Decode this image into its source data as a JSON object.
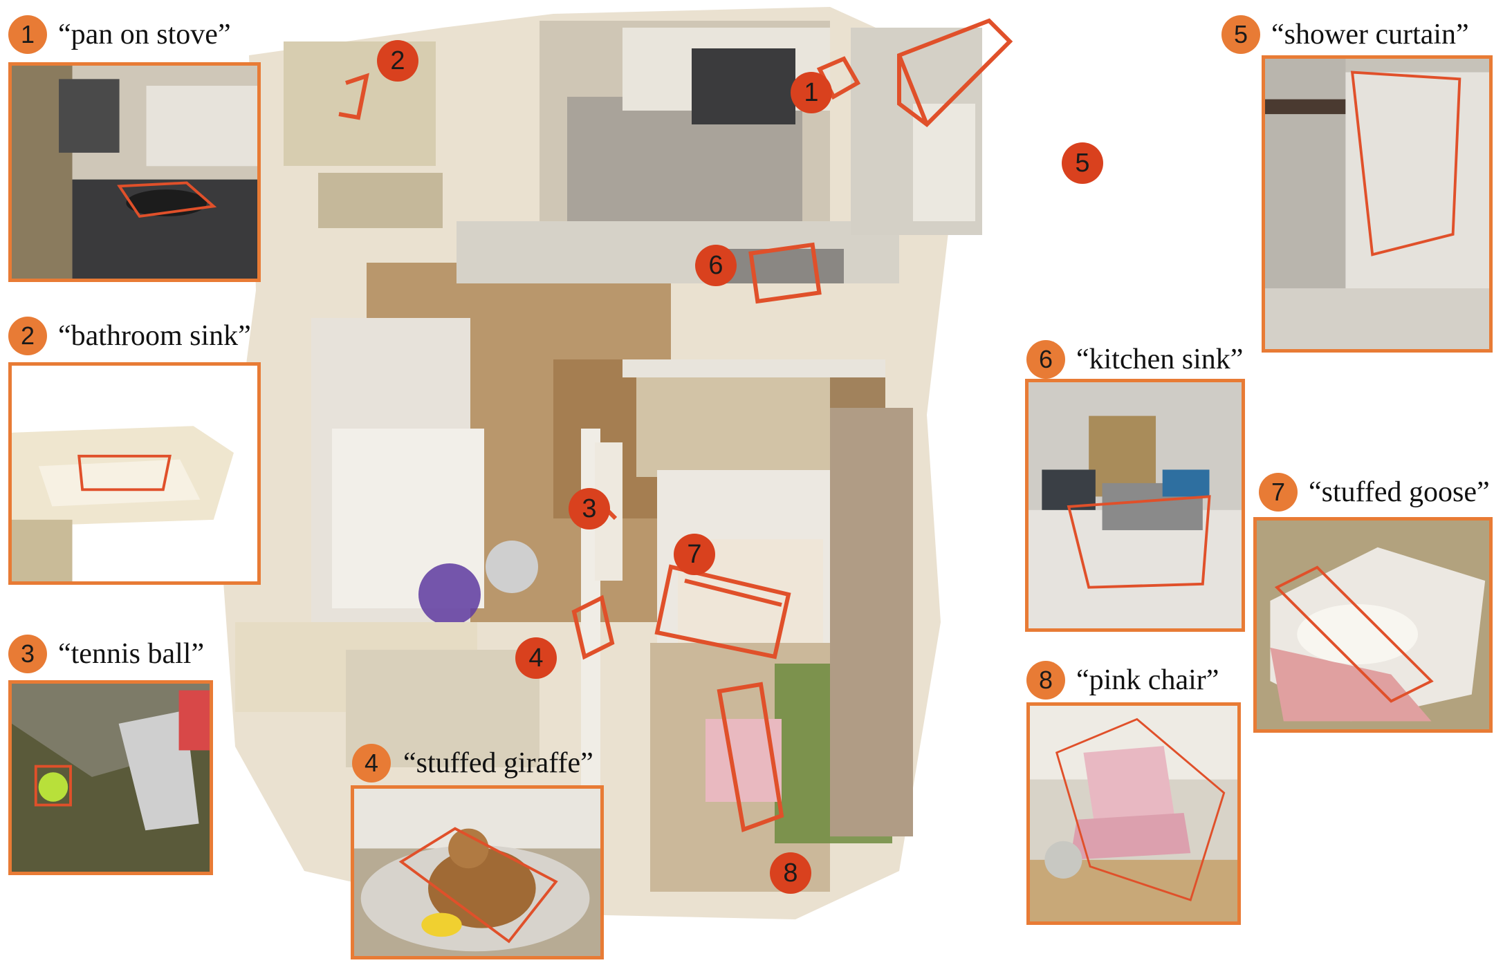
{
  "colors": {
    "inset_border": "#e87b35",
    "callout_badge": "#e87b35",
    "map_marker": "#d9411e",
    "box_line": "#e0502a"
  },
  "callouts": [
    {
      "num": "1",
      "label": "“pan on stove”"
    },
    {
      "num": "2",
      "label": "“bathroom sink”"
    },
    {
      "num": "3",
      "label": "“tennis ball”"
    },
    {
      "num": "4",
      "label": "“stuffed giraffe”"
    },
    {
      "num": "5",
      "label": "“shower curtain”"
    },
    {
      "num": "6",
      "label": "“kitchen sink”"
    },
    {
      "num": "7",
      "label": "“stuffed goose”"
    },
    {
      "num": "8",
      "label": "“pink chair”"
    }
  ],
  "map_markers": [
    "1",
    "2",
    "3",
    "4",
    "5",
    "6",
    "7",
    "8"
  ]
}
